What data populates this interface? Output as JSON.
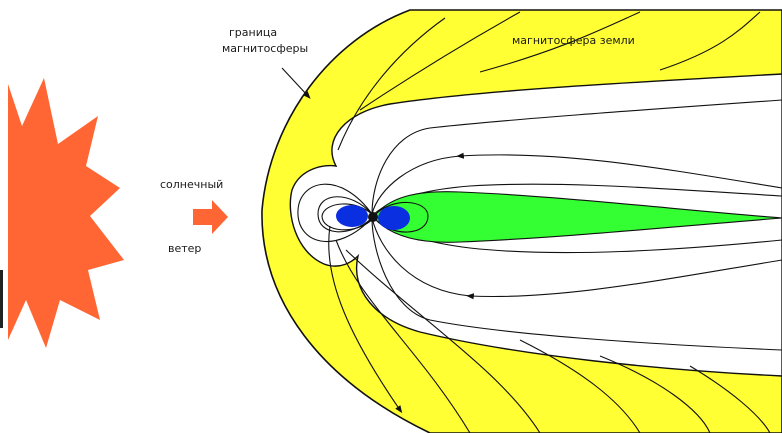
{
  "labels": {
    "boundary_line1": "граница",
    "boundary_line2": "магнитосферы",
    "earth_magnetosphere": "магнитосфера земли",
    "solar_line1": "солнечный",
    "solar_line2": "ветер"
  },
  "colors": {
    "sun": "#ff6633",
    "wind_arrow": "#ff6633",
    "magnetosheath": "#ffff33",
    "plasma_sheet": "#33ff33",
    "earth": "#0a2fe0",
    "field_lines": "#111111",
    "background": "#ffffff"
  }
}
